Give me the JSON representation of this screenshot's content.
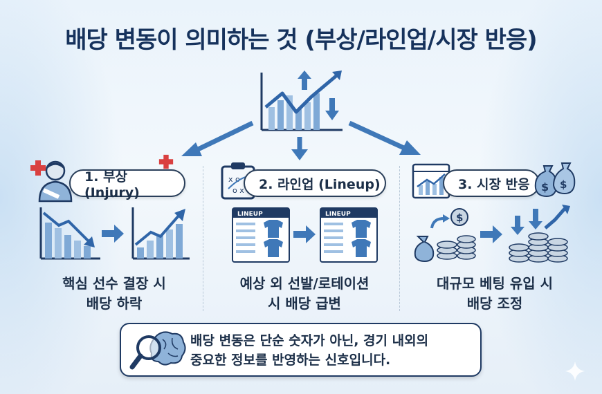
{
  "title": "배당 변동이 의미하는 것 (부상/라인업/시장 반응)",
  "sections": [
    {
      "label": "1. 부상 (Injury)",
      "caption_line1": "핵심 선수 결장 시",
      "caption_line2": "배당 하락"
    },
    {
      "label": "2. 라인업 (Lineup)",
      "caption_line1": "예상 외 선발/로테이션",
      "caption_line2": "시 배당 급변",
      "board_label": "LINEUP"
    },
    {
      "label": "3. 시장 반응",
      "caption_line1": "대규모 베팅 유입 시",
      "caption_line2": "배당 조정"
    }
  ],
  "footer": {
    "line1": "배당 변동은 단순 숫자가 아닌, 경기 내외의",
    "line2": "중요한 정보를 반영하는 신호입니다."
  },
  "colors": {
    "navy": "#1f3a63",
    "blue": "#3f78b8",
    "light_blue": "#9fc0e2",
    "red": "#d94040",
    "coin": "#c9d6e3"
  },
  "icons": [
    "trend-chart-icon",
    "injured-player-icon",
    "red-cross-icon",
    "tactics-board-icon",
    "jersey-icon",
    "browser-chart-icon",
    "money-bag-icon",
    "coin-stack-icon",
    "magnifier-brain-icon",
    "sparkle-icon"
  ]
}
